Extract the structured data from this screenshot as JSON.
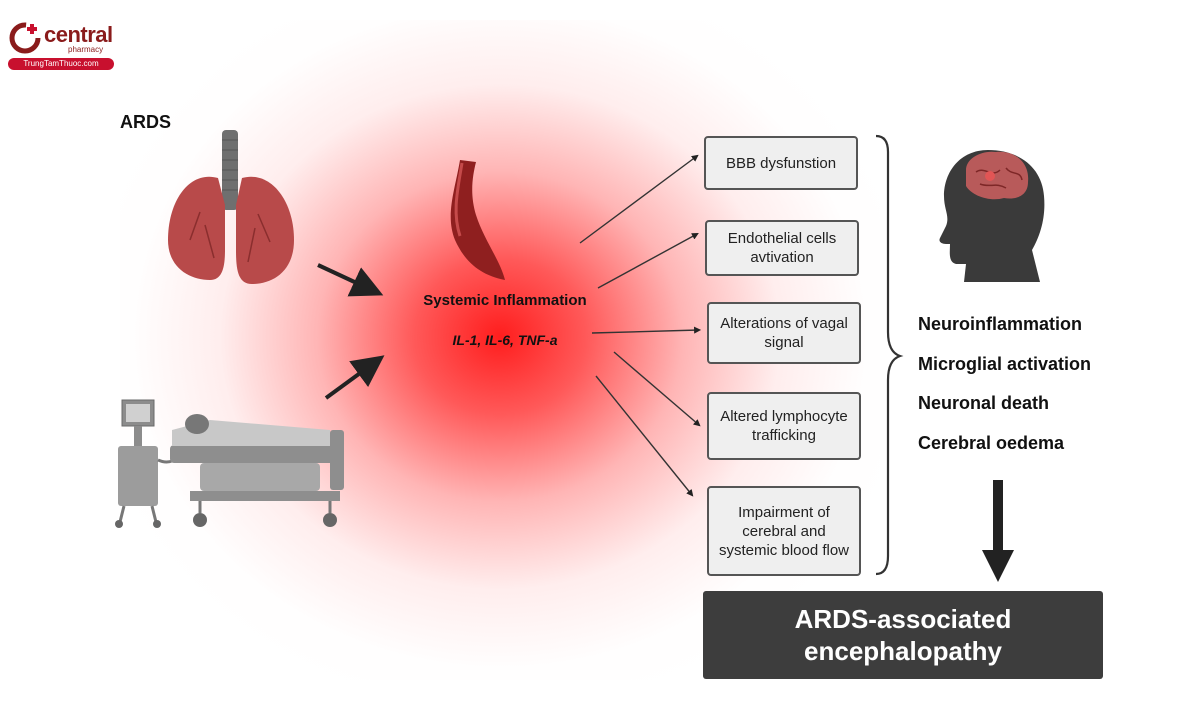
{
  "logo": {
    "word": "central",
    "sub": "pharmacy",
    "url_text": "TrungTamThuoc.com"
  },
  "source_label": "ARDS",
  "center": {
    "title": "Systemic Inflammation",
    "cytokines": "IL-1, IL-6, TNF-a"
  },
  "mechanisms": [
    {
      "label": "BBB dysfunstion"
    },
    {
      "label": "Endothelial cells avtivation"
    },
    {
      "label": "Alterations of vagal signal"
    },
    {
      "label": "Altered lymphocyte trafficking"
    },
    {
      "label": "Impairment of cerebral and systemic blood flow"
    }
  ],
  "effects": [
    "Neuroinflammation",
    "Microglial activation",
    "Neuronal death",
    "Cerebral oedema"
  ],
  "outcome": "ARDS-associated encephalopathy",
  "colors": {
    "inflammation": "#ff1a1a",
    "box_fill": "#efefef",
    "box_border": "#555555",
    "outcome_fill": "#3d3d3d"
  }
}
